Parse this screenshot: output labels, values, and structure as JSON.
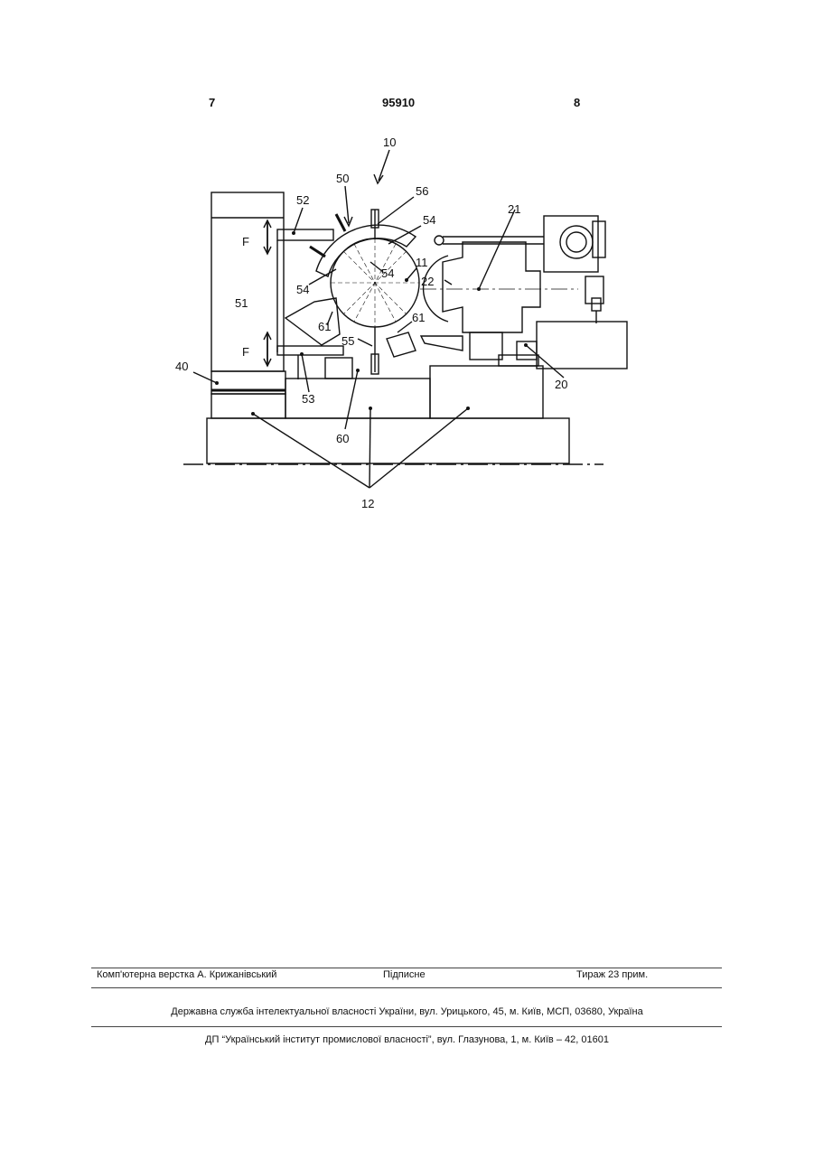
{
  "header": {
    "page_left": "7",
    "patent_number": "95910",
    "page_right": "8"
  },
  "figure": {
    "labels": {
      "l10": "10",
      "l50": "50",
      "l56": "56",
      "l52": "52",
      "l54a": "54",
      "l21": "21",
      "l11": "11",
      "l22": "22",
      "l54b": "54",
      "l54c": "54",
      "l51": "51",
      "lF1": "F",
      "lF2": "F",
      "l61a": "61",
      "l61b": "61",
      "l55": "55",
      "l40": "40",
      "l53": "53",
      "l60": "60",
      "l20": "20",
      "l12": "12"
    }
  },
  "footer": {
    "typesetting": "Комп'ютерна верстка А. Крижанівський",
    "signed": "Підписне",
    "circulation": "Тираж 23 прим.",
    "agency": "Державна служба інтелектуальної власності України, вул. Урицького, 45, м. Київ, МСП, 03680, Україна",
    "institute": "ДП “Український інститут промислової власності”, вул. Глазунова, 1, м. Київ – 42, 01601"
  }
}
